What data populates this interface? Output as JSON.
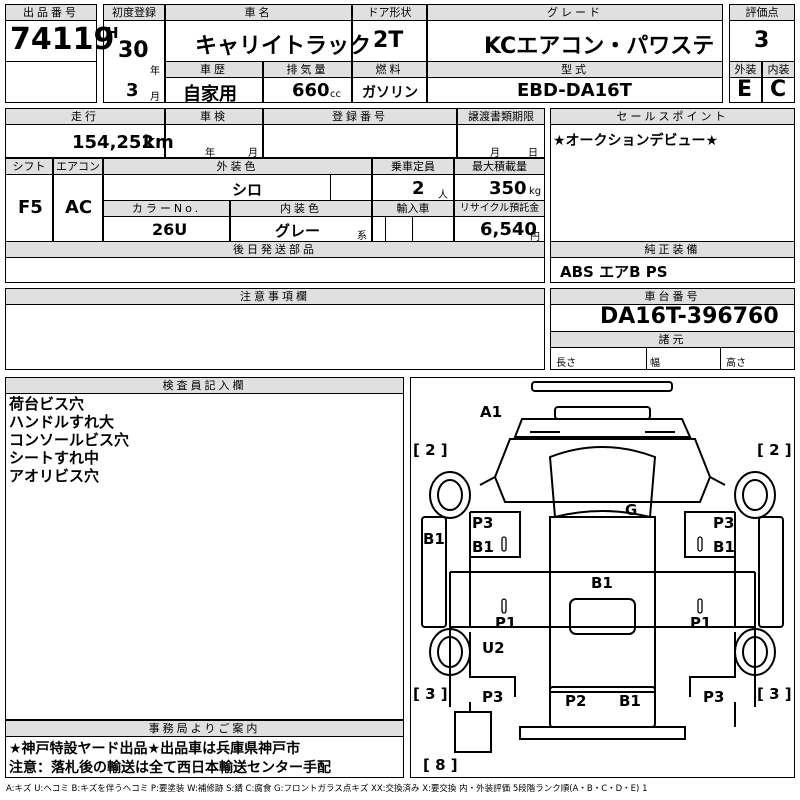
{
  "header": {
    "lot_no_label": "出品番号",
    "lot_no": "74119",
    "first_reg_label": "初度登録",
    "era": "H",
    "year": "30",
    "year_unit": "年",
    "month": "3",
    "month_unit": "月",
    "car_name_label": "車名",
    "car_name": "キャリイトラック",
    "door_label": "ドア形状",
    "door": "2T",
    "grade_label": "グレード",
    "grade": "KCエアコン・パワステ",
    "score_label": "評価点",
    "score": "3",
    "history_label": "車歴",
    "history": "自家用",
    "displacement_label": "排気量",
    "displacement": "660",
    "displacement_unit": "cc",
    "fuel_label": "燃料",
    "fuel": "ガソリン",
    "model_label": "型式",
    "model": "EBD-DA16T",
    "ext_label": "外装",
    "ext": "E",
    "int_label": "内装",
    "int": "C"
  },
  "row2": {
    "mileage_label": "走行",
    "mileage": "154,252",
    "mileage_unit": "km",
    "inspection_label": "車検",
    "insp_year_unit": "年",
    "insp_month_unit": "月",
    "reg_no_label": "登録番号",
    "transfer_label": "譲渡書類期限",
    "transfer_month_unit": "月",
    "transfer_day_unit": "日",
    "sales_point_label": "セールスポイント",
    "sales_point": "★オークションデビュー★"
  },
  "row3": {
    "shift_label": "シフト",
    "shift": "F5",
    "ac_label": "エアコン",
    "ac": "AC",
    "ext_color_label": "外装色",
    "ext_color": "シロ",
    "capacity_label": "乗車定員",
    "capacity": "2",
    "capacity_unit": "人",
    "max_load_label": "最大積載量",
    "max_load": "350",
    "max_load_unit": "kg",
    "color_no_label": "カラーNo.",
    "color_no": "26U",
    "int_color_label": "内装色",
    "int_color": "グレー",
    "int_color_suffix": "系",
    "import_label": "輸入車",
    "recycle_label": "リサイクル預託金",
    "recycle": "6,540",
    "recycle_unit": "円",
    "later_parts_label": "後日発送部品",
    "genuine_label": "純正装備",
    "genuine": "ABS エアB PS"
  },
  "notes_section": {
    "caution_label": "注意事項欄",
    "chassis_label": "車台番号",
    "chassis": "DA16T-396760",
    "specs_label": "諸元",
    "length_label": "長さ",
    "width_label": "幅",
    "height_label": "高さ"
  },
  "inspector": {
    "label": "検査員記入欄",
    "lines": [
      "荷台ビス穴",
      "ハンドルすれ大",
      "コンソールビス穴",
      "シートすれ中",
      "アオリビス穴"
    ]
  },
  "office": {
    "label": "事務局よりご案内",
    "line1": "★神戸特設ヤード出品★出品車は兵庫県神戸市",
    "line2": "注意：落札後の輸送は全て西日本輸送センター手配"
  },
  "diagram": {
    "marks": [
      {
        "id": "a1",
        "text": "A1"
      },
      {
        "id": "g",
        "text": "G"
      },
      {
        "id": "p3-left",
        "text": "P3"
      },
      {
        "id": "b1-left-inner",
        "text": "B1"
      },
      {
        "id": "b1-left-side",
        "text": "B1"
      },
      {
        "id": "p3-right",
        "text": "P3"
      },
      {
        "id": "b1-right-inner",
        "text": "B1"
      },
      {
        "id": "b1-center",
        "text": "B1"
      },
      {
        "id": "p1-left",
        "text": "P1"
      },
      {
        "id": "p1-right",
        "text": "P1"
      },
      {
        "id": "u2",
        "text": "U2"
      },
      {
        "id": "p3-rear-left",
        "text": "P3"
      },
      {
        "id": "p2-rear",
        "text": "P2"
      },
      {
        "id": "b1-rear",
        "text": "B1"
      },
      {
        "id": "p3-rear-right",
        "text": "P3"
      }
    ],
    "tire_labels": [
      {
        "id": "fl",
        "text": "[ 2 ]"
      },
      {
        "id": "fr",
        "text": "[ 2 ]"
      },
      {
        "id": "rl",
        "text": "[ 3 ]"
      },
      {
        "id": "rr",
        "text": "[ 3 ]"
      },
      {
        "id": "spare",
        "text": "[ 8 ]"
      }
    ]
  },
  "footer_legend": "A:キズ U:ヘコミ B:キズを伴うヘコミ P:要塗装 W:補修跡 S:錆 C:腐食 G:フロントガラス点キズ XX:交換済み X:要交換 内・外装評価 5段階ランク順(A・B・C・D・E) 1"
}
